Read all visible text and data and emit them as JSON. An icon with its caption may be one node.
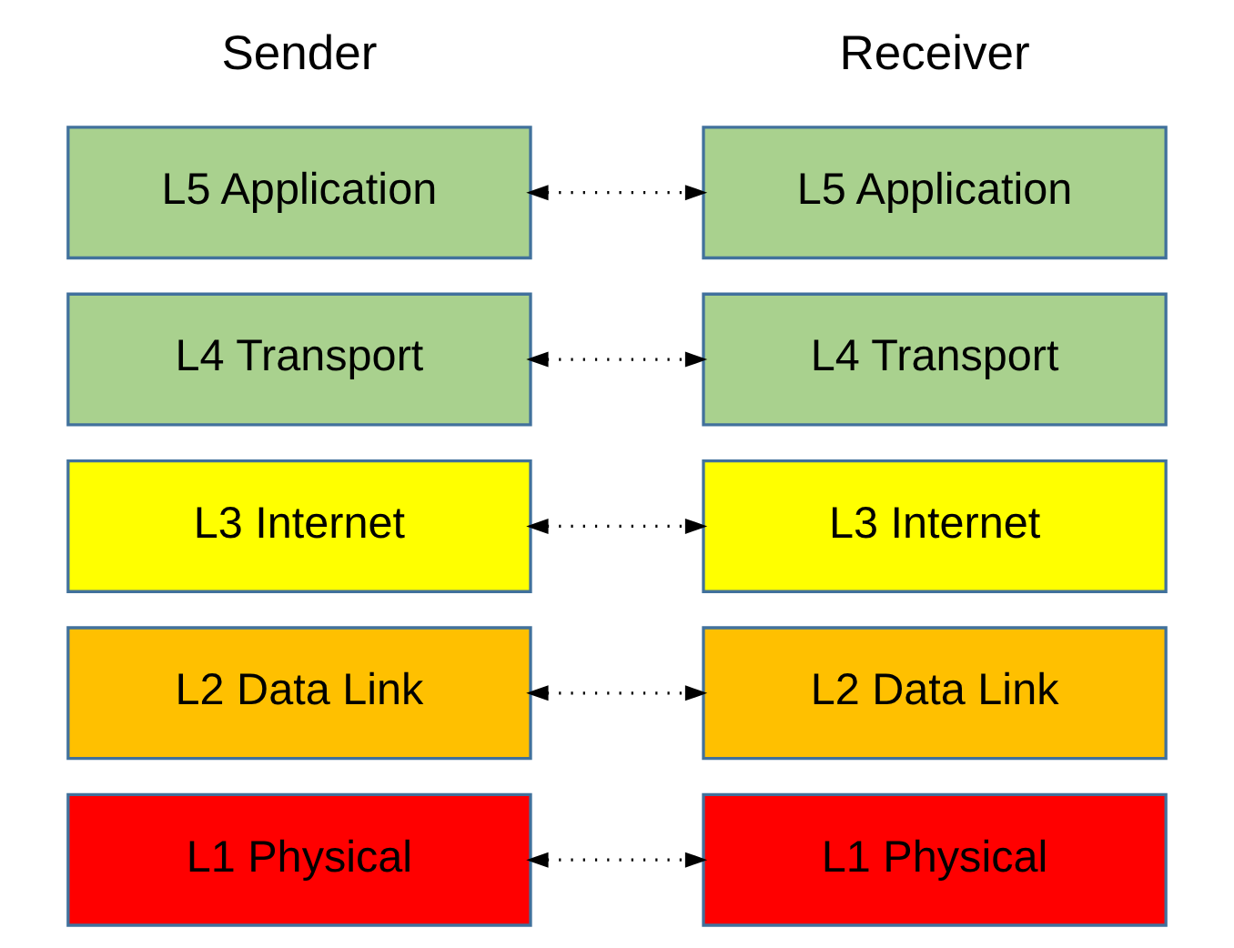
{
  "diagram": {
    "nodes": [
      {
        "text": [
          "L5 Application"
        ]
      },
      {
        "text": [
          "L4 Transport"
        ]
      },
      {
        "text": [
          "L3 Internet"
        ]
      },
      {
        "text": [
          "L2 Data Link"
        ]
      },
      {
        "text": [
          "L1 Physical"
        ]
      },
      {
        "text": [
          "L5 Application"
        ]
      },
      {
        "text": [
          "L4 Transport"
        ]
      },
      {
        "text": [
          "L3 Internet"
        ]
      },
      {
        "text": [
          "L2 Data Link"
        ]
      },
      {
        "text": [
          "L1 Physical"
        ]
      }
    ],
    "edges": [
      {
        "from": 0,
        "to": 5,
        "arrow": "both",
        "style": "dashed"
      },
      {
        "from": 1,
        "to": 6,
        "arrow": "both",
        "style": "dashed"
      },
      {
        "from": 2,
        "to": 7,
        "arrow": "both",
        "style": "dashed"
      },
      {
        "from": 3,
        "to": 8,
        "arrow": "both",
        "style": "dashed"
      },
      {
        "from": 4,
        "to": 9,
        "arrow": "both",
        "style": "dashed"
      }
    ],
    "labels": [
      "Sender",
      "Receiver"
    ]
  }
}
